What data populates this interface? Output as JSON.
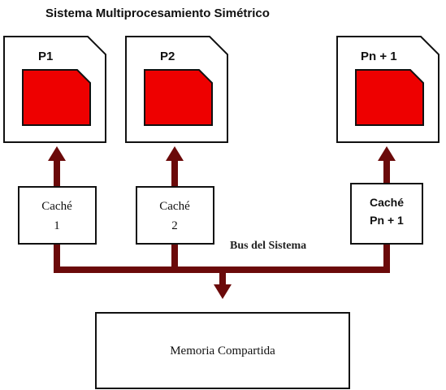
{
  "title": "Sistema Multiprocesamiento Simétrico",
  "processors": [
    {
      "label": "P1"
    },
    {
      "label": "P2"
    },
    {
      "label": "Pn + 1"
    }
  ],
  "caches": [
    {
      "line1": "Caché",
      "line2": "1"
    },
    {
      "line1": "Caché",
      "line2": "2"
    },
    {
      "line1": "Caché",
      "line2": "Pn + 1"
    }
  ],
  "bus_label": "Bus del Sistema",
  "memory_label": "Memoria Compartida",
  "colors": {
    "chip_fill": "#ee0000",
    "bus": "#6b0a0a",
    "border": "#111111"
  }
}
